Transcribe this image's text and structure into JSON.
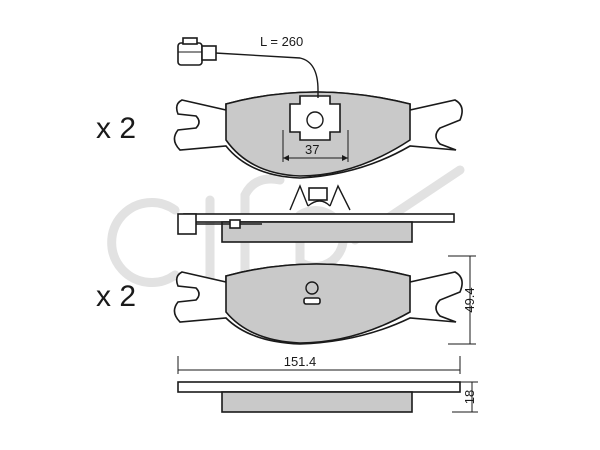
{
  "quantities": {
    "top": "x 2",
    "bottom": "x 2"
  },
  "dimensions": {
    "wire_length": "L = 260",
    "sensor_width": "37",
    "height": "49.4",
    "length": "151.4",
    "thickness": "18"
  },
  "colors": {
    "pad_fill": "#c9c9c9",
    "stroke": "#1a1a1a",
    "watermark": "#e2e2e2"
  },
  "logo": {
    "text": "cifam"
  }
}
